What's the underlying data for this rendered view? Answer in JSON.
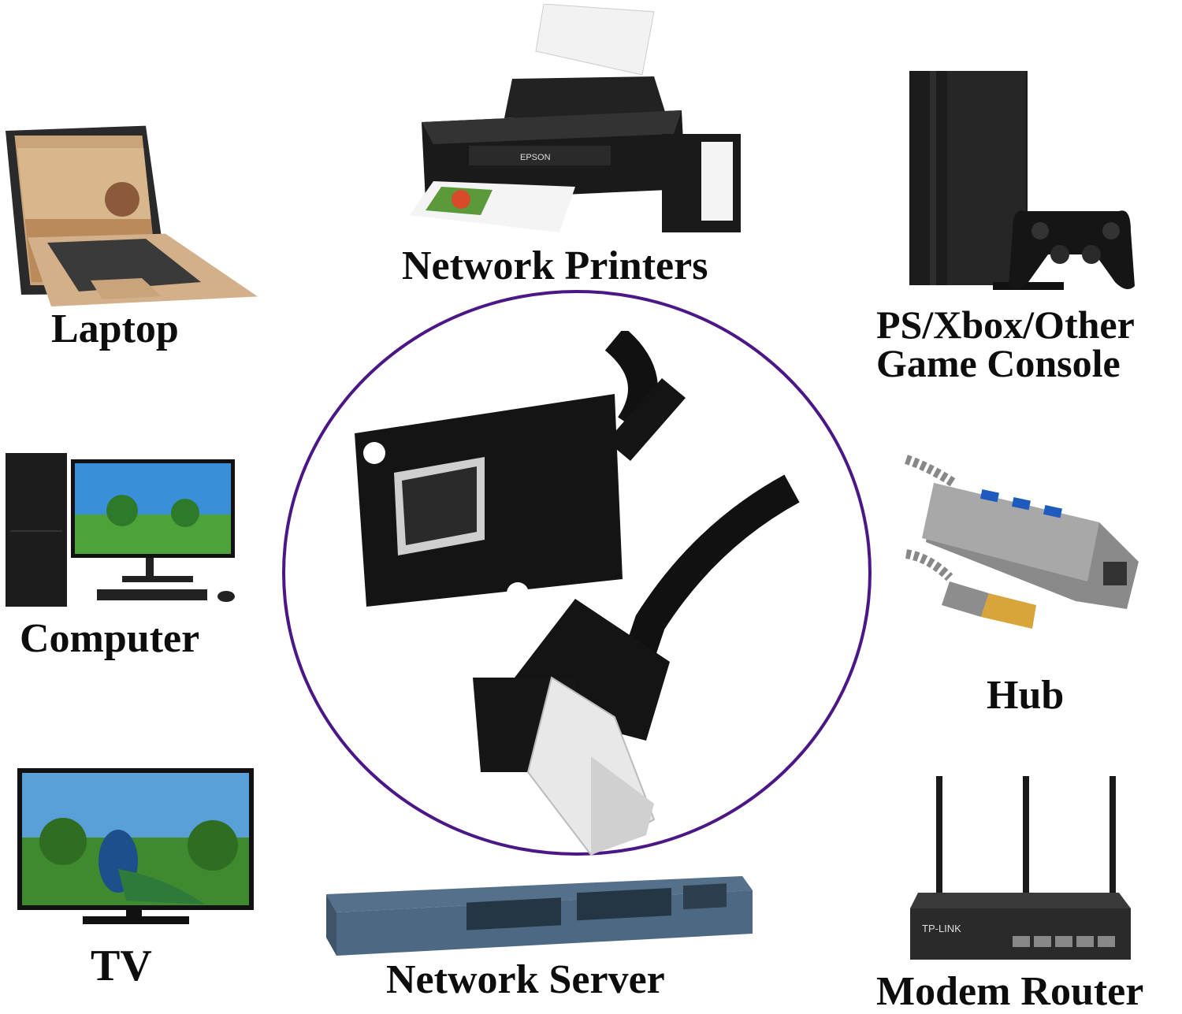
{
  "labels": {
    "laptop": "Laptop",
    "network_printers": "Network Printers",
    "console_line1": "PS/Xbox/Other",
    "console_line2": "Game Console",
    "computer": "Computer",
    "hub": "Hub",
    "tv": "TV",
    "network_server": "Network Server",
    "modem_router": "Modem Router"
  },
  "device_text": {
    "printer_brand": "EPSON",
    "router_brand": "TP-LINK"
  },
  "colors": {
    "ring": "#4b1786",
    "text": "#0d0d0d"
  },
  "icons": [
    "laptop-icon",
    "printer-icon",
    "game-console-icon",
    "computer-icon",
    "usb-hub-icon",
    "tv-icon",
    "network-switch-icon",
    "router-icon",
    "rj45-cable-icon"
  ]
}
